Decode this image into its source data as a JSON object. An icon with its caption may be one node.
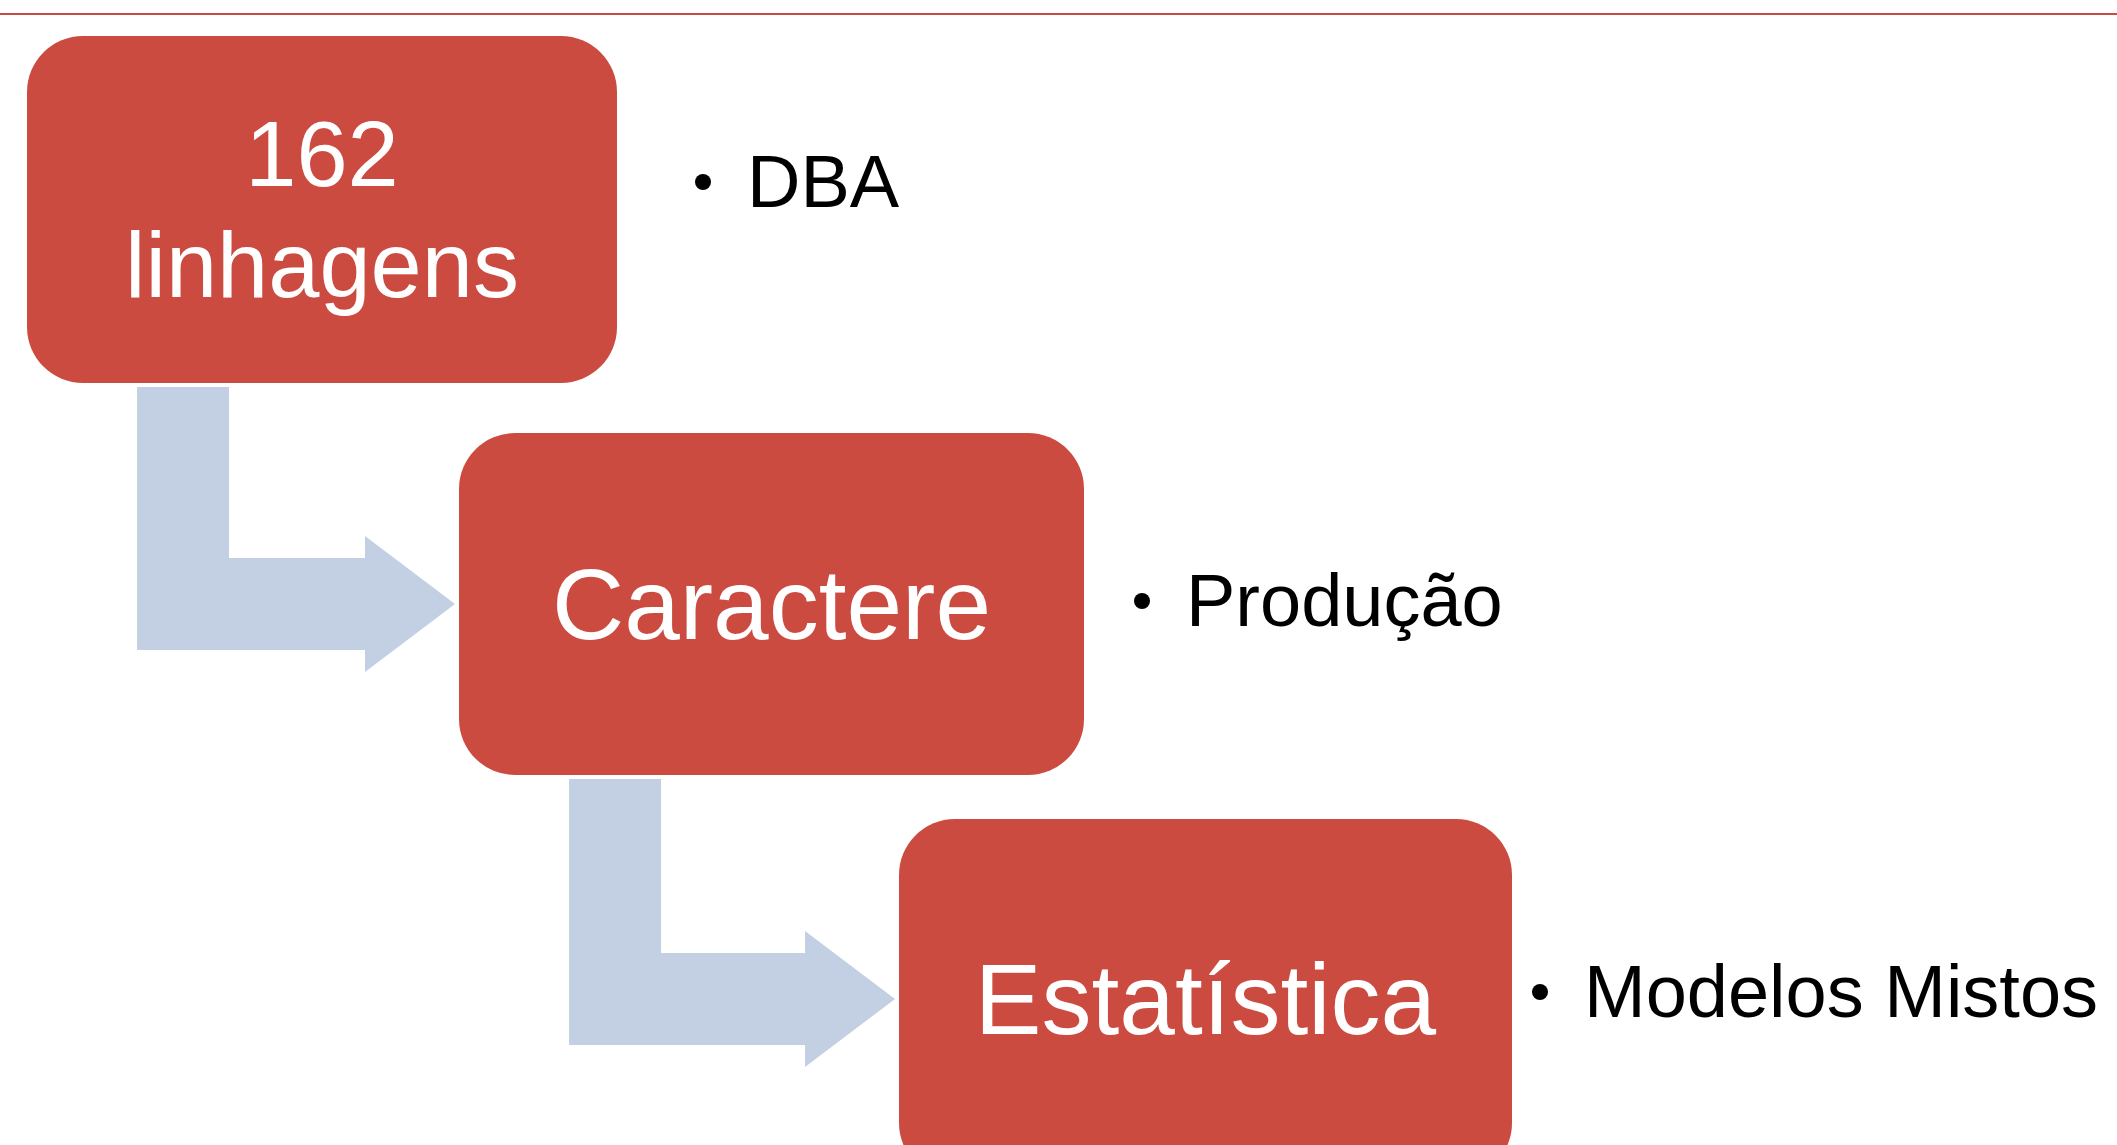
{
  "diagram": {
    "nodes": [
      {
        "text": [
          "162 linhagens"
        ],
        "beside": [
          "DBA"
        ]
      },
      {
        "text": [
          "Caractere"
        ],
        "beside": [
          "Produção"
        ]
      },
      {
        "text": [
          "Estatística"
        ],
        "beside": [
          "Modelos Mistos"
        ]
      }
    ],
    "edges": [
      {
        "from": 0,
        "to": 1,
        "arrow": "to"
      },
      {
        "from": 1,
        "to": 2,
        "arrow": "to"
      }
    ]
  }
}
